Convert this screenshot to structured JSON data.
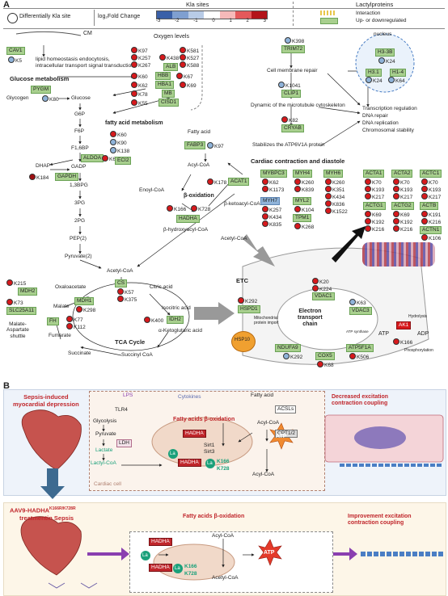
{
  "panel_a": {
    "label": "A",
    "legend": {
      "kla_sites_title": "Kla sites",
      "lactylproteins_title": "Lactylproteins",
      "diff_kla_site": "Differentially Kla site",
      "fold_change_label": "log₂Fold Change",
      "scale_ticks": [
        "-3",
        "-2",
        "-1",
        "0",
        "1",
        "2",
        "3"
      ],
      "scale_colors": [
        "#3a60a8",
        "#7f9fd0",
        "#b8cbe6",
        "#ffffff",
        "#f6b9b9",
        "#e4595b",
        "#b3141a"
      ],
      "interaction_label": "Interaction",
      "updown_label": "Up- or downregulated"
    },
    "cm_label": "CM",
    "cav1": "CAV1",
    "cav1_site": "K5",
    "lipid_text": "lipid homeostasis endocytosis,\nintracellular transport signal transduction",
    "glucose_metabolism": "Glucose metabolism",
    "pygm": "PYGM",
    "pygm_site": "K80",
    "glycogen": "Glycogen",
    "glucose": "Glucose",
    "g6p": "G6P",
    "f6p": "F6P",
    "f16bp": "F1,6BP",
    "aldoa": "ALDOA",
    "aldoa_site": "K60",
    "dhap": "DHAP",
    "gadp": "GADP",
    "gapdh": "GAPDH",
    "gapdh_site": "K184",
    "bpg13": "1,3BPG",
    "pg3": "3PG",
    "pg2": "2PG",
    "pep": "PEP(2)",
    "pyruvate": "Pyruvate(2)",
    "oxygen_levels": "Oxygen levels",
    "oxygen_sites_left": [
      "K97",
      "K257",
      "K267"
    ],
    "oxygen_sites_right": [
      "K581",
      "K527",
      "K588"
    ],
    "k438": "K438",
    "alb": "ALB",
    "hbb": "HBB",
    "hbb_site_left": "K60",
    "hbb_site_right": "K67",
    "hba1": "HBA1",
    "hba1_site_left": "K62",
    "hba1_site_right": "K69",
    "mb": "MB",
    "mb_site": "K78",
    "cisd1": "CISD1",
    "cisd1_site": "K55",
    "fatty_acid_metabolism": "fatty acid metabolism",
    "fam_sites": [
      "K60",
      "K90",
      "K138"
    ],
    "eci2": "ECI2",
    "fatty_acid": "Fatty acid",
    "fabp3": "FABP3",
    "fabp3_site": "K97",
    "acyl_coa": "Acyl-CoA",
    "enoyl_coa": "Enoyl-CoA",
    "acat1": "ACAT1",
    "acat1_site": "K178",
    "beta_oxidation": "β-oxidation",
    "hadha": "HADHA",
    "hadha_sites": [
      "K166",
      "K728"
    ],
    "beta_ketoacyl": "β-ketoacyl-CoA",
    "beta_hydroxy": "β-hydroxyacyl-CoA",
    "acetyl_coa_right": "Acetyl-CoA",
    "acetyl_coa_center": "Acetyl-CoA",
    "etc": "ETC",
    "trim72_site": "K398",
    "trim72": "TRIM72",
    "cell_membrane_repair": "Cell membrane repair",
    "clip1_site": "K1041",
    "clip1": "CLIP1",
    "dynamic_microtubule": "Dynamic of the microtubule cytoskeleton",
    "cryab_site": "K82",
    "cryab": "CRYAB",
    "stabilizes": "Stabilizes the ATP6V1A protein",
    "nucleus": "nucleus",
    "h33b": "H3-3B",
    "h33b_site": "K24",
    "h31": "H3.1",
    "h14": "H1-4",
    "h31_site": "K24",
    "h14_site": "K64",
    "nuc_functions": [
      "Transcription regulation",
      "DNA repair",
      "DNA replication",
      "Chromosomal stability"
    ],
    "cardiac_title": "Cardiac contraction and diastole",
    "acta1": "ACTA1",
    "acta1_sites": [
      "K70",
      "K193",
      "K217"
    ],
    "acta2": "ACTA2",
    "acta2_sites": [
      "K70",
      "K193",
      "K217"
    ],
    "actc1": "ACTC1",
    "actc1_sites": [
      "K70",
      "K193",
      "K217"
    ],
    "actg1": "ACTG1",
    "actg1_sites": [
      "K69",
      "K192",
      "K216"
    ],
    "actg2": "ACTG2",
    "actg2_sites": [
      "K69",
      "K192",
      "K216"
    ],
    "actb": "ACTB",
    "actb_sites": [
      "K191",
      "K216"
    ],
    "actn1": "ACTN1",
    "actn1_sites": [
      "K106"
    ],
    "mybpc3": "MYBPC3",
    "mybpc3_sites": [
      "K62",
      "K1173"
    ],
    "myh4": "MYH4",
    "myh4_sites": [
      "K260",
      "K839"
    ],
    "myh6": "MYH6",
    "myh6_sites": [
      "K260",
      "K351",
      "K434",
      "K836",
      "K1522"
    ],
    "myh7": "MYH7",
    "myh7_sites": [
      "K257",
      "K434",
      "K835"
    ],
    "myl2": "MYL2",
    "myl2_sites": [
      "K104"
    ],
    "tpm1": "TPM1",
    "tpm1_sites": [
      "K268"
    ],
    "tca_cycle": "TCA Cycle",
    "mdh2_site": "K215",
    "mdh2": "MDH2",
    "slc25a11_site": "K73",
    "slc25a11": "SLC25A11",
    "mas": "Malate-\nAspartate\nshuttle",
    "oxaloacetate": "Oxaloacetate",
    "cs": "CS",
    "cs_sites": [
      "K57",
      "K375"
    ],
    "citric_acid": "Citric acid",
    "malate": "Malate",
    "mdh1": "MDH1",
    "mdh1_site": "K298",
    "fh": "FH",
    "fh_sites": [
      "K77",
      "K112"
    ],
    "fumarate": "Fumarate",
    "isocitric": "Isocitric acid",
    "idh2": "IDH2",
    "idh2_site": "K400",
    "akg": "α-Ketoglutaric acid",
    "succinate": "Succinate",
    "succinyl": "Succinyl CoA",
    "hspd1_site": "K292",
    "hspd1": "HSPD1",
    "mito_import": "Mitochondrial\nprotein import",
    "hsp10": "HSP10",
    "vdac1_sites": [
      "K20",
      "K224"
    ],
    "vdac1": "VDAC1",
    "vdac3_site": "K63",
    "vdac3": "VDAC3",
    "etc_label": "Electron\ntransport\nchain",
    "atp": "ATP",
    "adp": "ADP",
    "ak1": "AK1",
    "ak1_site": "K166",
    "hydrolysis": "Hydrolysis",
    "phosphorylation": "Phosphorylation",
    "ndufa9": "NDUFA9",
    "ndufa9_site": "K292",
    "cox5": "COX5",
    "cox5_site": "K68",
    "atp5f1a": "ATP5F1A",
    "atp5f1a_site": "K506",
    "atp_synthase": "ATP synthase"
  },
  "panel_b": {
    "label": "B",
    "sepsis_title": "Sepsis-induced\nmyocardial depression",
    "lps": "LPS",
    "cytokines": "Cytokines",
    "tlr4": "TLR4",
    "glycolysis": "Glycolysis",
    "pyruvate": "Pyruvate",
    "ldh": "LDH",
    "lactate": "Lactate",
    "lactyl_coa": "Lactyl-CoA",
    "fa_beta_ox_down": "Fatty acids β-oxidation",
    "hadha": "HADHA",
    "sirt1": "Sirt1",
    "sirt3": "Sirt3",
    "k166": "K166",
    "k728": "K728",
    "la": "La",
    "fatty_acid": "Fatty acid",
    "acsls": "ACSLs",
    "acyl_coa": "Acyl-CoA",
    "cpt12": "CPT1/2",
    "atp": "ATP",
    "acyl_coa_down": "Acyl-CoA",
    "decreased": "Decreased excitation\ncontraction coupling",
    "cardiac_cell": "Cardiac cell",
    "aav9_title": "AAV9-HADHA",
    "aav9_sup": "K166R/K728R",
    "aav9_sub": "treatmentin Sepsis",
    "fa_beta_ox_up": "Fatty acids β-oxidation",
    "acyl_coa_2": "Acyl-CoA",
    "acetyl_coa_2": "Acetyl-CoA",
    "atp2": "ATP",
    "improvement": "Improvement excitation\ncontraction coupling"
  }
}
